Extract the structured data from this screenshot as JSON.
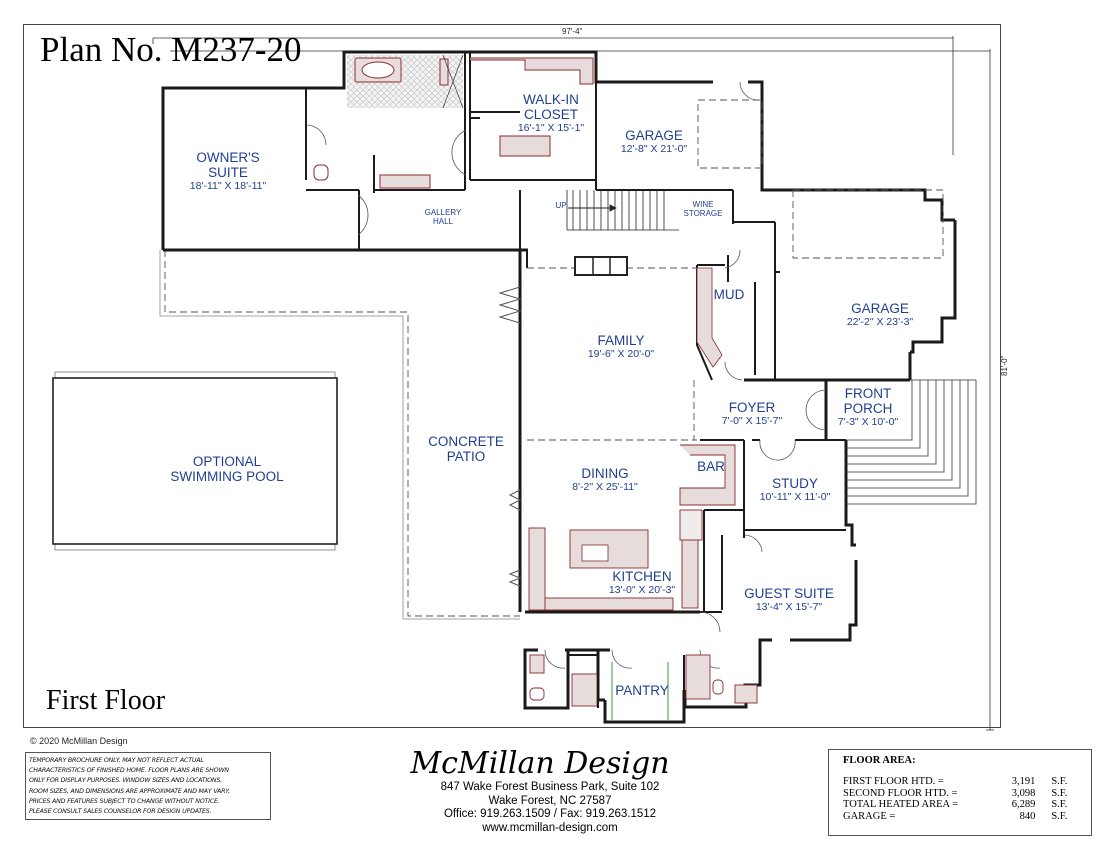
{
  "sheet": {
    "plan_title": "Plan No. M237-20",
    "floor_label": "First Floor",
    "copyright": "© 2020 McMillan Design",
    "dimensions": {
      "width": "97'-4\"",
      "depth": "81'-0\""
    }
  },
  "rooms": [
    {
      "id": "owners-suite",
      "name": "OWNER'S\nSUITE",
      "line1": "OWNER'S",
      "line2": "SUITE",
      "size": "18'-11\" X 18'-11\""
    },
    {
      "id": "walk-in-closet",
      "line1": "WALK-IN",
      "line2": "CLOSET",
      "size": "16'-1\" X 15'-1\""
    },
    {
      "id": "garage-1",
      "line1": "GARAGE",
      "size": "12'-8\" X 21'-0\""
    },
    {
      "id": "gallery-hall",
      "line1": "GALLERY",
      "line2": "HALL"
    },
    {
      "id": "wine-storage",
      "line1": "WINE",
      "line2": "STORAGE"
    },
    {
      "id": "stairs-up",
      "line1": "UP"
    },
    {
      "id": "garage-2",
      "line1": "GARAGE",
      "size": "22'-2\" X 23'-3\""
    },
    {
      "id": "mud",
      "line1": "MUD"
    },
    {
      "id": "family",
      "line1": "FAMILY",
      "size": "19'-6\" X 20'-0\""
    },
    {
      "id": "foyer",
      "line1": "FOYER",
      "size": "7'-0\" X 15'-7\""
    },
    {
      "id": "front-porch",
      "line1": "FRONT",
      "line2": "PORCH",
      "size": "7'-3\" X 10'-0\""
    },
    {
      "id": "concrete-patio",
      "line1": "CONCRETE",
      "line2": "PATIO"
    },
    {
      "id": "optional-pool",
      "line1": "OPTIONAL",
      "line2": "SWIMMING POOL"
    },
    {
      "id": "dining",
      "line1": "DINING",
      "size": "8'-2\" X 25'-11\""
    },
    {
      "id": "bar",
      "line1": "BAR"
    },
    {
      "id": "study",
      "line1": "STUDY",
      "size": "10'-11\" X 11'-0\""
    },
    {
      "id": "kitchen",
      "line1": "KITCHEN",
      "size": "13'-0\" X 20'-3\""
    },
    {
      "id": "guest-suite",
      "line1": "GUEST SUITE",
      "size": "13'-4\" X 15'-7\""
    },
    {
      "id": "pantry",
      "line1": "PANTRY"
    }
  ],
  "disclaimer": [
    "TEMPORARY BROCHURE ONLY, MAY NOT REFLECT ACTUAL",
    "CHARACTERISTICS OF FINISHED HOME.  FLOOR PLANS ARE   SHOWN",
    "ONLY FOR DISPLAY PURPOSES. WINDOW SIZES  AND LOCATIONS,",
    "ROOM SIZES, AND DIMENSIONS ARE  APPROXIMATE AND MAY VARY,",
    "PRICES AND FEATURES  SUBJECT TO CHANGE WITHOUT NOTICE.",
    "PLEASE CONSULT  SALES COUNSELOR FOR DESIGN UPDATES."
  ],
  "company": {
    "name": "McMillan Design",
    "address1": "847 Wake Forest Business Park, Suite 102",
    "address2": "Wake Forest, NC 27587",
    "phone": "Office: 919.263.1509 / Fax: 919.263.1512",
    "website": "www.mcmillan-design.com"
  },
  "floor_area": {
    "heading": "FLOOR AREA:",
    "rows": [
      {
        "label": "FIRST FLOOR HTD. =",
        "value": "3,191",
        "unit": "S.F."
      },
      {
        "label": "SECOND FLOOR HTD. =",
        "value": "3,098",
        "unit": "S.F."
      },
      {
        "label": "TOTAL HEATED AREA =",
        "value": "6,289",
        "unit": "S.F."
      },
      {
        "label": "GARAGE =",
        "value": "840",
        "unit": "S.F."
      }
    ]
  },
  "colors": {
    "room_label": "#1f3f8f",
    "wall": "#1a1a1a",
    "fixture": "#8a2b2b",
    "cabinet_fill": "#e6dcdc"
  }
}
